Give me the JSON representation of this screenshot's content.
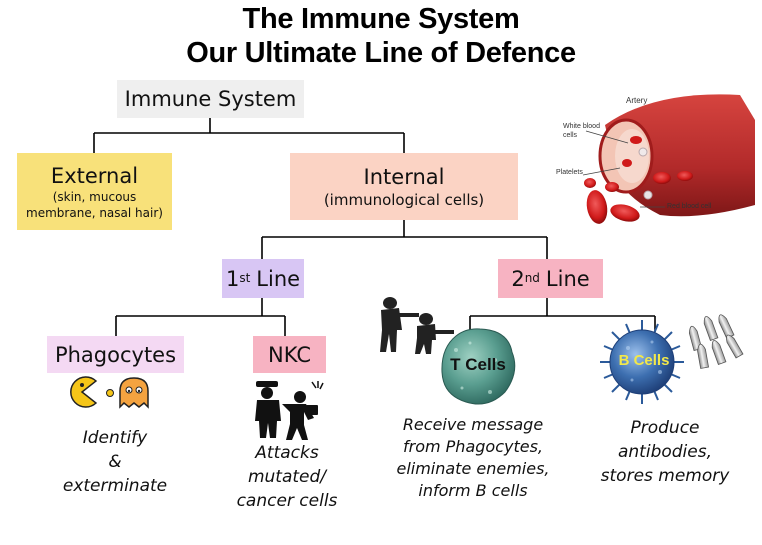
{
  "title": {
    "line1": "The Immune System",
    "line2": "Our Ultimate Line of Defence"
  },
  "nodes": {
    "root": {
      "label": "Immune System"
    },
    "external": {
      "label": "External",
      "detail_line1": "(skin, mucous",
      "detail_line2": "membrane, nasal hair)"
    },
    "internal": {
      "label": "Internal",
      "detail": "(immunological cells)"
    },
    "first_line": {
      "number": "1",
      "suffix": "st",
      "label": "Line"
    },
    "second_line": {
      "number": "2",
      "suffix": "nd",
      "label": "Line"
    },
    "phagocytes": {
      "label": "Phagocytes"
    },
    "nkc": {
      "label": "NKC"
    },
    "t_cells": {
      "label": "T Cells"
    },
    "b_cells": {
      "label": "B Cells"
    }
  },
  "descriptions": {
    "phagocytes": [
      "Identify",
      "&",
      "exterminate"
    ],
    "nkc": [
      "Attacks",
      "mutated/",
      "cancer cells"
    ],
    "t_cells": [
      "Receive message",
      "from Phagocytes,",
      "eliminate enemies,",
      "inform B cells"
    ],
    "b_cells": [
      "Produce",
      "antibodies,",
      "stores memory"
    ]
  },
  "artery_labels": {
    "artery": "Artery",
    "white_blood_cells_1": "White blood",
    "white_blood_cells_2": "cells",
    "platelets": "Platelets",
    "red_blood_cell": "Red blood cell"
  },
  "icons": [
    "pacman-icon",
    "ghost-icon",
    "police-arrest-icon",
    "soldiers-icon",
    "t-cell-icon",
    "b-cell-icon",
    "antibody-bullets-icon",
    "artery-illustration"
  ],
  "colors": {
    "root_box": "#efefef",
    "external_box": "#f8e17a",
    "internal_box": "#fbd3c4",
    "first_line_box": "#d8c6f4",
    "second_line_box": "#f7b3c2",
    "phagocytes_box": "#f4d9f3",
    "nkc_box": "#f7b3c2",
    "t_cell": "#5a9e90",
    "b_cell": "#3d6fb0",
    "b_cell_label": "#f2e84a",
    "connector": "#000000"
  }
}
